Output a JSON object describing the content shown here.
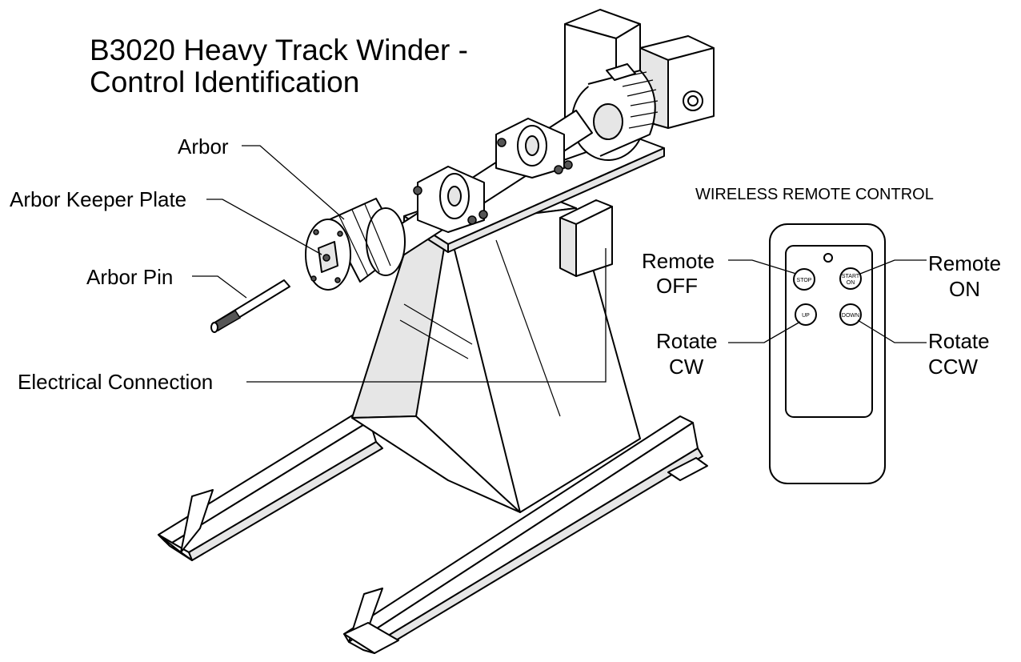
{
  "title": {
    "line1": "B3020 Heavy Track Winder -",
    "line2": "Control Identification"
  },
  "labels": {
    "arbor": "Arbor",
    "arbor_keeper_plate": "Arbor Keeper Plate",
    "arbor_pin": "Arbor Pin",
    "electrical_connection": "Electrical Connection"
  },
  "remote": {
    "heading": "WIRELESS REMOTE CONTROL",
    "buttons": {
      "stop": "STOP",
      "start_line1": "START",
      "start_line2": "ON",
      "up": "UP",
      "down": "DOWN"
    },
    "callouts": {
      "remote_off_line1": "Remote",
      "remote_off_line2": "OFF",
      "remote_on_line1": "Remote",
      "remote_on_line2": "ON",
      "rotate_cw_line1": "Rotate",
      "rotate_cw_line2": "CW",
      "rotate_ccw_line1": "Rotate",
      "rotate_ccw_line2": "CCW"
    }
  }
}
